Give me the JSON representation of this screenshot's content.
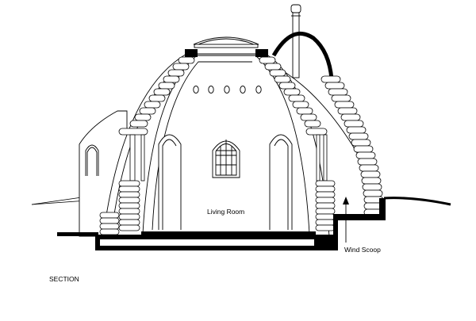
{
  "drawing": {
    "room_label": "Living Room",
    "wind_label": "Wind Scoop",
    "caption": "SECTION"
  },
  "colors": {
    "line": "#000000",
    "fill": "#ffffff",
    "solid": "#000000"
  }
}
